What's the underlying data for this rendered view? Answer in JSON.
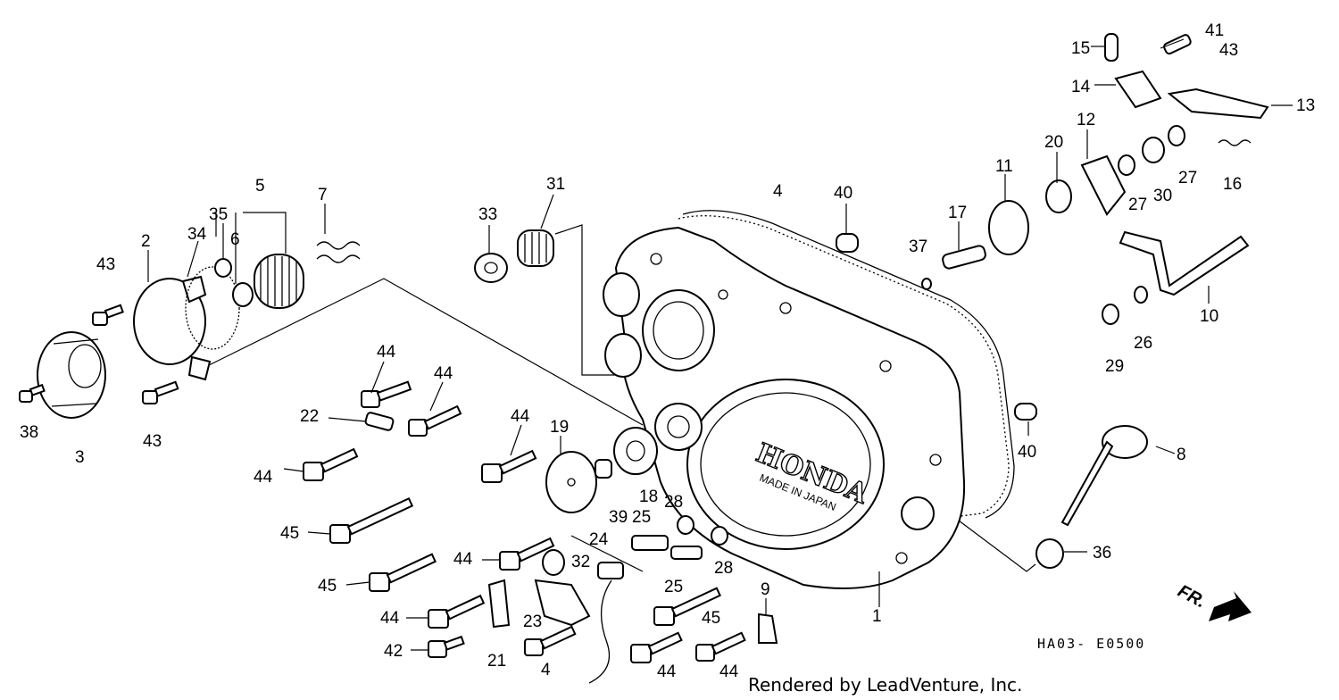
{
  "callouts": [
    {
      "id": "c-15",
      "text": "15"
    },
    {
      "id": "c-41",
      "text": "41"
    },
    {
      "id": "c-43a",
      "text": "43"
    },
    {
      "id": "c-14",
      "text": "14"
    },
    {
      "id": "c-13",
      "text": "13"
    },
    {
      "id": "c-12",
      "text": "12"
    },
    {
      "id": "c-20",
      "text": "20"
    },
    {
      "id": "c-16",
      "text": "16"
    },
    {
      "id": "c-27a",
      "text": "27"
    },
    {
      "id": "c-27b",
      "text": "27"
    },
    {
      "id": "c-30",
      "text": "30"
    },
    {
      "id": "c-11",
      "text": "11"
    },
    {
      "id": "c-17",
      "text": "17"
    },
    {
      "id": "c-37",
      "text": "37"
    },
    {
      "id": "c-10",
      "text": "10"
    },
    {
      "id": "c-29",
      "text": "29"
    },
    {
      "id": "c-26",
      "text": "26"
    },
    {
      "id": "c-4a",
      "text": "4"
    },
    {
      "id": "c-40a",
      "text": "40"
    },
    {
      "id": "c-40b",
      "text": "40"
    },
    {
      "id": "c-31",
      "text": "31"
    },
    {
      "id": "c-33",
      "text": "33"
    },
    {
      "id": "c-5",
      "text": "5"
    },
    {
      "id": "c-7",
      "text": "7"
    },
    {
      "id": "c-35",
      "text": "35"
    },
    {
      "id": "c-6",
      "text": "6"
    },
    {
      "id": "c-2",
      "text": "2"
    },
    {
      "id": "c-34",
      "text": "34"
    },
    {
      "id": "c-43b",
      "text": "43"
    },
    {
      "id": "c-43c",
      "text": "43"
    },
    {
      "id": "c-38",
      "text": "38"
    },
    {
      "id": "c-3",
      "text": "3"
    },
    {
      "id": "c-44a",
      "text": "44"
    },
    {
      "id": "c-44b",
      "text": "44"
    },
    {
      "id": "c-22",
      "text": "22"
    },
    {
      "id": "c-44c",
      "text": "44"
    },
    {
      "id": "c-44d",
      "text": "44"
    },
    {
      "id": "c-19",
      "text": "19"
    },
    {
      "id": "c-45a",
      "text": "45"
    },
    {
      "id": "c-39",
      "text": "39"
    },
    {
      "id": "c-25a",
      "text": "25"
    },
    {
      "id": "c-18",
      "text": "18"
    },
    {
      "id": "c-28a",
      "text": "28"
    },
    {
      "id": "c-8",
      "text": "8"
    },
    {
      "id": "c-44e",
      "text": "44"
    },
    {
      "id": "c-32",
      "text": "32"
    },
    {
      "id": "c-24",
      "text": "24"
    },
    {
      "id": "c-28b",
      "text": "28"
    },
    {
      "id": "c-36",
      "text": "36"
    },
    {
      "id": "c-45b",
      "text": "45"
    },
    {
      "id": "c-25b",
      "text": "25"
    },
    {
      "id": "c-1",
      "text": "1"
    },
    {
      "id": "c-9",
      "text": "9"
    },
    {
      "id": "c-44f",
      "text": "44"
    },
    {
      "id": "c-23",
      "text": "23"
    },
    {
      "id": "c-45c",
      "text": "45"
    },
    {
      "id": "c-42",
      "text": "42"
    },
    {
      "id": "c-21",
      "text": "21"
    },
    {
      "id": "c-4b",
      "text": "4"
    },
    {
      "id": "c-44g",
      "text": "44"
    },
    {
      "id": "c-44h",
      "text": "44"
    }
  ],
  "cover_text": {
    "brand": "HONDA",
    "made_in": "MADE IN JAPAN"
  },
  "front_marker": "FR.",
  "diagram_code": "HA03- E0500",
  "credit": "Rendered by LeadVenture, Inc."
}
